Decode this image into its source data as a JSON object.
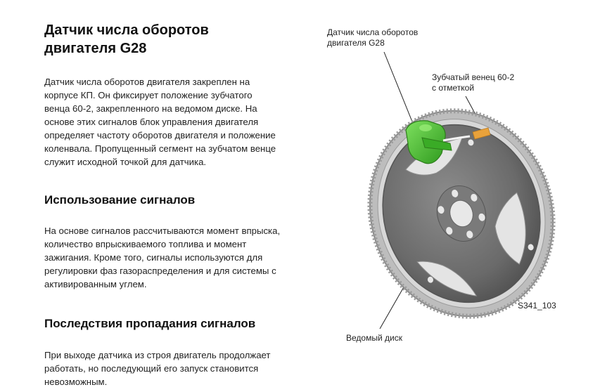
{
  "title": {
    "line1": "Датчик числа оборотов",
    "line2": "двигателя G28"
  },
  "intro": [
    "Датчик числа оборотов двигателя закреплен на",
    "корпусе КП. Он фиксирует положение зубчатого",
    "венца 60-2, закрепленного на ведомом диске. На",
    "основе этих сигналов блок управления двигателя",
    "определяет частоту оборотов двигателя и положение",
    "коленвала. Пропущенный сегмент на зубчатом венце",
    "служит исходной точкой для датчика."
  ],
  "section1": {
    "heading": "Использование сигналов",
    "lines": [
      "На основе сигналов рассчитываются момент впрыска,",
      "количество впрыскиваемого топлива и момент",
      "зажигания. Кроме того, сигналы используются для",
      "регулировки фаз газораспределения и для системы с",
      "активированным углем."
    ]
  },
  "section2": {
    "heading": "Последствия пропадания сигналов",
    "lines": [
      "При выходе датчика из строя двигатель продолжает",
      "работать, но последующий его запуск становится",
      "невозможным."
    ]
  },
  "figure": {
    "sensor_label": [
      "Датчик числа оборотов",
      "двигателя G28"
    ],
    "ring_label": [
      "Зубчатый венец 60-2",
      "с отметкой"
    ],
    "disc_label": "Ведомый диск",
    "code": "S341_103",
    "colors": {
      "sensor": "#4cc234",
      "disc": "#6e6e6e",
      "ring": "#c9c9c9",
      "marker": "#e9a23b"
    }
  }
}
